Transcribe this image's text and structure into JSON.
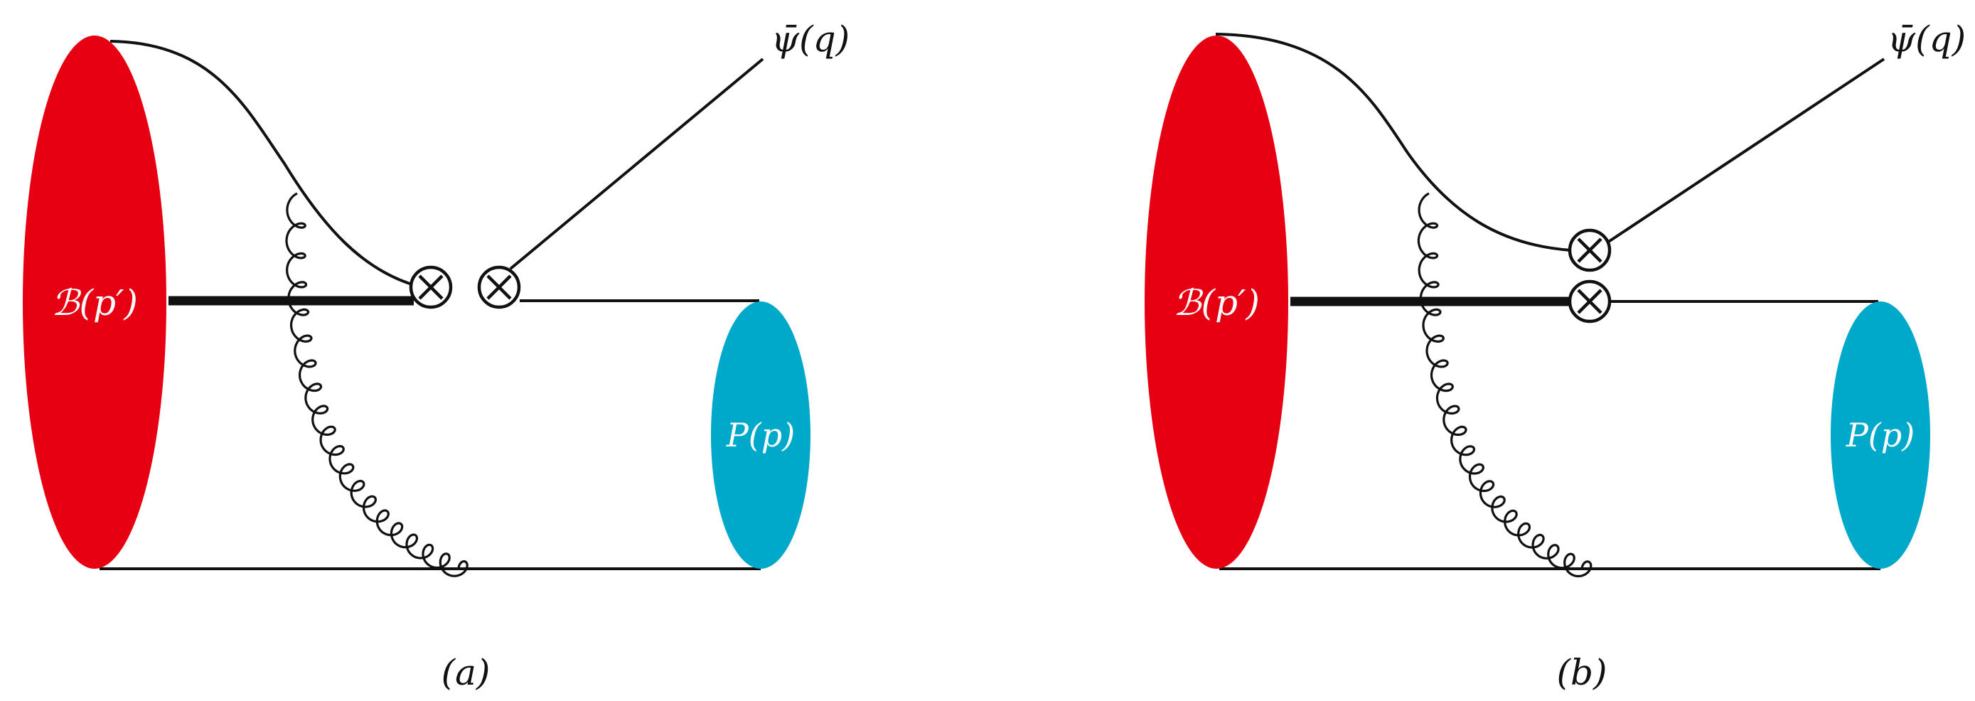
{
  "colors": {
    "baryon": "#e60012",
    "meson": "#00a9c9",
    "line": "#111111",
    "label_on_blob": "#ffffff"
  },
  "panels": [
    {
      "id": "a",
      "caption": "(a)",
      "baryon_label": "ℬ(p′)",
      "meson_label": "P(p)",
      "antiquark_label": "ψ̄(q)",
      "vertex_configuration": "separated"
    },
    {
      "id": "b",
      "caption": "(b)",
      "baryon_label": "ℬ(p′)",
      "meson_label": "P(p)",
      "antiquark_label": "ψ̄(q)",
      "vertex_configuration": "stacked"
    }
  ]
}
